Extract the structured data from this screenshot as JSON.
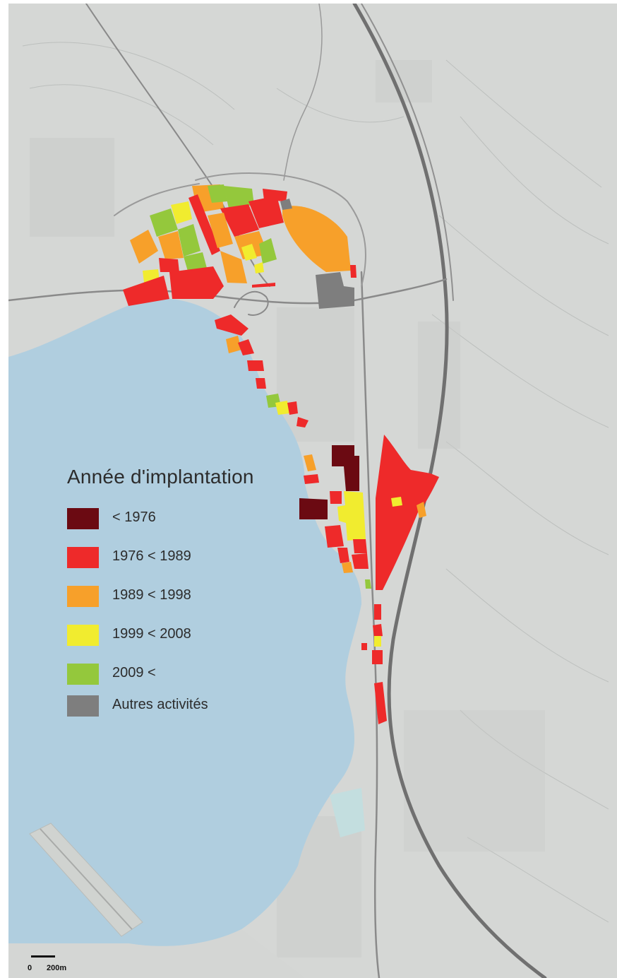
{
  "legend": {
    "title": "Année d'implantation",
    "items": [
      {
        "label": "< 1976",
        "color": "#6b0a12"
      },
      {
        "label": "1976 < 1989",
        "color": "#ee2a2a"
      },
      {
        "label": "1989 < 1998",
        "color": "#f7a02a"
      },
      {
        "label": "1999 < 2008",
        "color": "#f1ec2f"
      },
      {
        "label": "2009 <",
        "color": "#94c83c"
      },
      {
        "label": "Autres activités",
        "color": "#7e7e7e"
      }
    ]
  },
  "scale": {
    "start_label": "0",
    "end_label": "200m"
  },
  "colors": {
    "water": "#b1cfdf",
    "land": "#d6d8d6",
    "road": "#7a7a7a",
    "highway": "#6e6e6e"
  }
}
